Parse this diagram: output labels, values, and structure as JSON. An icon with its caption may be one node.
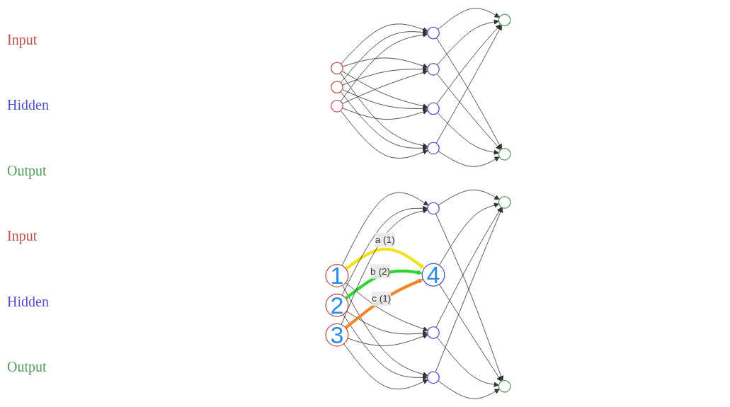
{
  "diagram": {
    "nodes": [
      {
        "text": [],
        "shape": "circle"
      },
      {
        "text": [],
        "shape": "circle"
      },
      {
        "text": [],
        "shape": "circle"
      },
      {
        "text": [],
        "shape": "circle"
      },
      {
        "text": [],
        "shape": "circle"
      },
      {
        "text": [],
        "shape": "circle"
      },
      {
        "text": [],
        "shape": "circle"
      },
      {
        "text": [],
        "shape": "circle"
      },
      {
        "text": [],
        "shape": "circle"
      },
      {
        "text": [
          "1"
        ]
      },
      {
        "text": [
          "2"
        ]
      },
      {
        "text": [
          "3"
        ]
      },
      {
        "text": [],
        "shape": "circle"
      },
      {
        "text": [
          "4"
        ]
      },
      {
        "text": [],
        "shape": "circle"
      },
      {
        "text": [],
        "shape": "circle"
      },
      {
        "text": [],
        "shape": "circle"
      },
      {
        "text": [],
        "shape": "circle"
      }
    ],
    "edges": [
      {
        "from": 0,
        "to": 3,
        "arrow": "to"
      },
      {
        "from": 0,
        "to": 4,
        "arrow": "to"
      },
      {
        "from": 0,
        "to": 5,
        "arrow": "to"
      },
      {
        "from": 0,
        "to": 6,
        "arrow": "to"
      },
      {
        "from": 1,
        "to": 3,
        "arrow": "to"
      },
      {
        "from": 1,
        "to": 4,
        "arrow": "to"
      },
      {
        "from": 1,
        "to": 5,
        "arrow": "to"
      },
      {
        "from": 1,
        "to": 6,
        "arrow": "to"
      },
      {
        "from": 2,
        "to": 3,
        "arrow": "to"
      },
      {
        "from": 2,
        "to": 4,
        "arrow": "to"
      },
      {
        "from": 2,
        "to": 5,
        "arrow": "to"
      },
      {
        "from": 2,
        "to": 6,
        "arrow": "to"
      },
      {
        "from": 3,
        "to": 7,
        "arrow": "to"
      },
      {
        "from": 3,
        "to": 8,
        "arrow": "to"
      },
      {
        "from": 4,
        "to": 7,
        "arrow": "to"
      },
      {
        "from": 4,
        "to": 8,
        "arrow": "to"
      },
      {
        "from": 5,
        "to": 7,
        "arrow": "to"
      },
      {
        "from": 5,
        "to": 8,
        "arrow": "to"
      },
      {
        "from": 6,
        "to": 7,
        "arrow": "to"
      },
      {
        "from": 6,
        "to": 8,
        "arrow": "to"
      },
      {
        "from": 9,
        "to": 12,
        "arrow": "to"
      },
      {
        "from": 9,
        "to": 13,
        "label": "a (1)",
        "arrow": "to",
        "style": "thick",
        "color": "#f2e21c"
      },
      {
        "from": 9,
        "to": 14,
        "arrow": "to"
      },
      {
        "from": 9,
        "to": 15,
        "arrow": "to"
      },
      {
        "from": 10,
        "to": 12,
        "arrow": "to"
      },
      {
        "from": 10,
        "to": 13,
        "label": "b (2)",
        "arrow": "to",
        "style": "thick",
        "color": "#2ed62e"
      },
      {
        "from": 10,
        "to": 14,
        "arrow": "to"
      },
      {
        "from": 10,
        "to": 15,
        "arrow": "to"
      },
      {
        "from": 11,
        "to": 12,
        "arrow": "to"
      },
      {
        "from": 11,
        "to": 13,
        "label": "c (1)",
        "arrow": "to",
        "style": "thick",
        "color": "#f0862a"
      },
      {
        "from": 11,
        "to": 14,
        "arrow": "to"
      },
      {
        "from": 11,
        "to": 15,
        "arrow": "to"
      },
      {
        "from": 12,
        "to": 16,
        "arrow": "to"
      },
      {
        "from": 12,
        "to": 17,
        "arrow": "to"
      },
      {
        "from": 13,
        "to": 16,
        "arrow": "to"
      },
      {
        "from": 13,
        "to": 17,
        "arrow": "to"
      },
      {
        "from": 14,
        "to": 16,
        "arrow": "to"
      },
      {
        "from": 14,
        "to": 17,
        "arrow": "to"
      },
      {
        "from": 15,
        "to": 16,
        "arrow": "to"
      },
      {
        "from": 15,
        "to": 17,
        "arrow": "to"
      }
    ],
    "labels": [
      "Input",
      "Hidden",
      "Output",
      "Input",
      "Hidden",
      "Output"
    ]
  }
}
